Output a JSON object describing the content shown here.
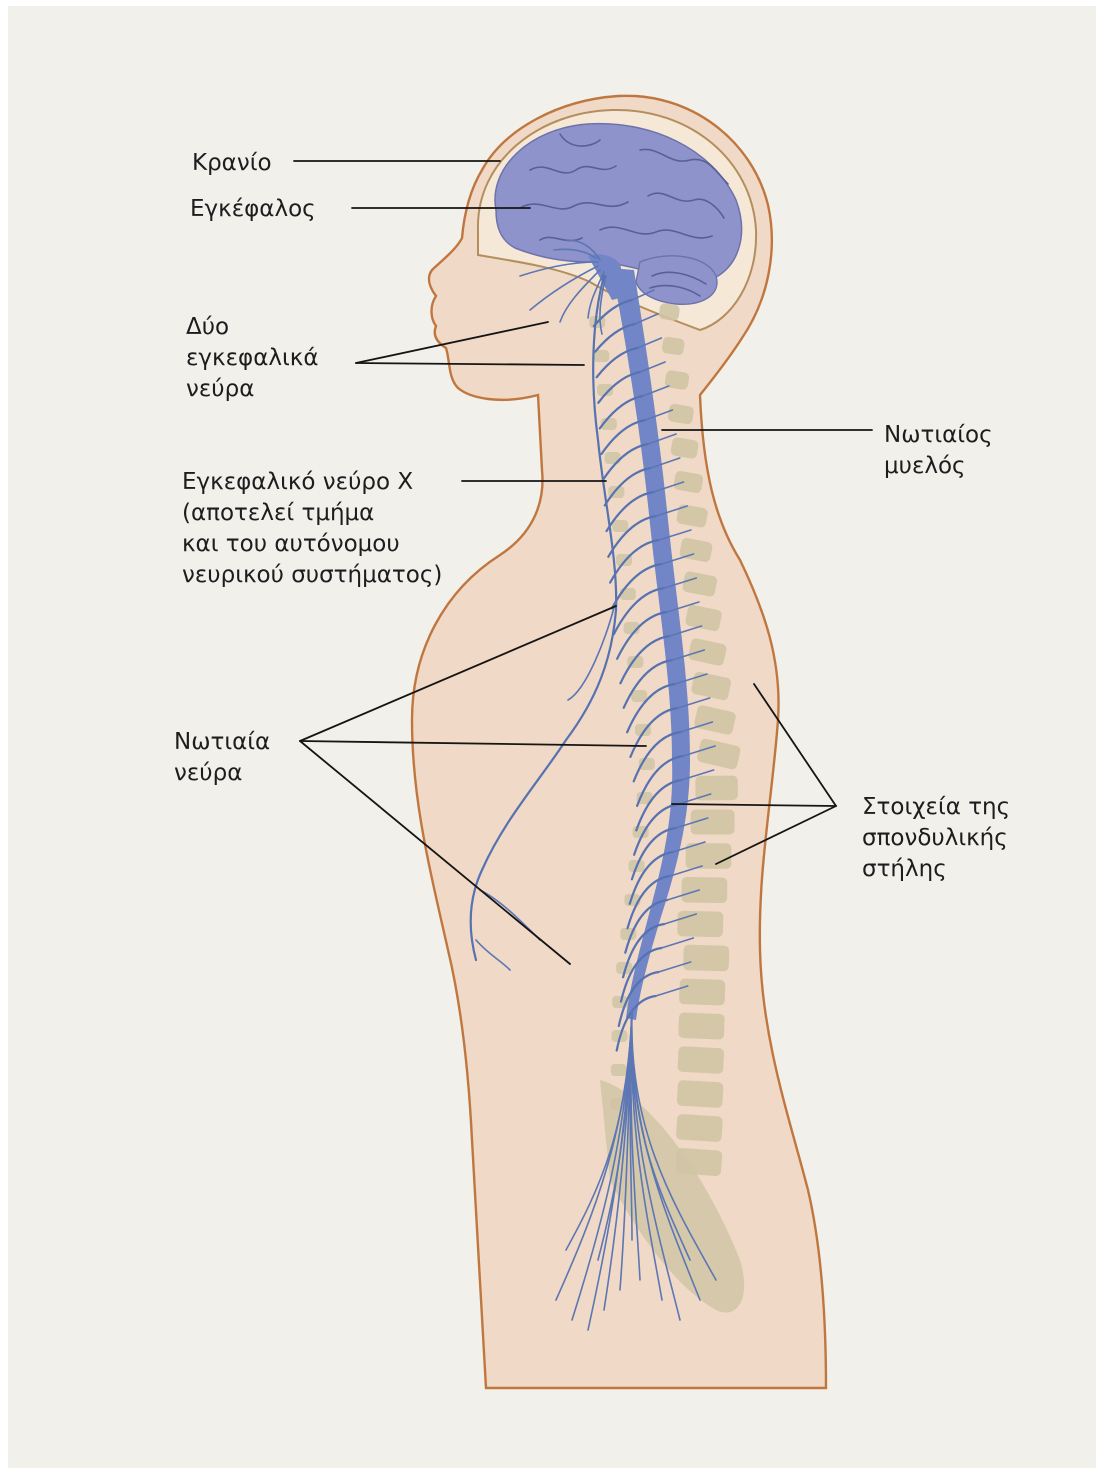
{
  "colors": {
    "paper": "#f2f0ea",
    "page_shadow": "#ffffff",
    "skin_fill": "#f0d9c6",
    "skin_outline": "#c0773f",
    "skull_fill": "#f5e8d7",
    "skull_outline": "#b48e5d",
    "brain": "#8e93cc",
    "cord": "#7285c6",
    "nerve": "#5672b0",
    "vertebra": "#cfc4a4",
    "label_text": "#1d1d1f",
    "leader_line": "#151515"
  },
  "labels": {
    "skull": [
      "Κρανίο"
    ],
    "brain": [
      "Εγκέφαλος"
    ],
    "cranial_nerves": [
      "Δύο",
      "εγκεφαλικά",
      "νεύρα"
    ],
    "vagus_nerve": [
      "Εγκεφαλικό νεύρο Χ",
      "(αποτελεί τμήμα",
      "και του αυτόνομου",
      "νευρικού συστήματος)"
    ],
    "spinal_cord": [
      "Νωτιαίος",
      "μυελός"
    ],
    "spinal_nerves": [
      "Νωτιαία",
      "νεύρα"
    ],
    "vertebrae": [
      "Στοιχεία της",
      "σπονδυλικής",
      "στήλης"
    ]
  }
}
